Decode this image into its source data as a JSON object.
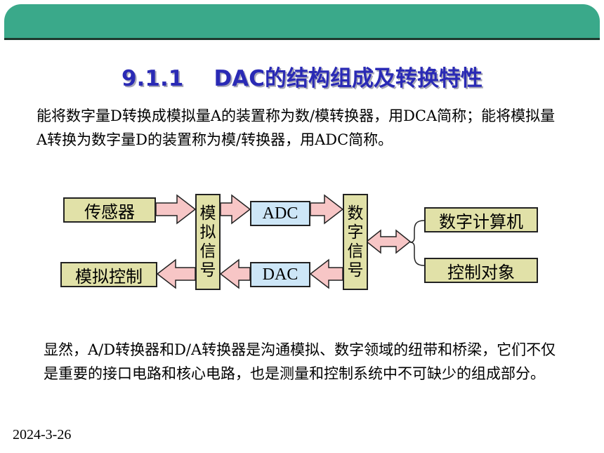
{
  "slide": {
    "title": "9.1.1    DAC的结构组成及转换特性",
    "intro": "能将数字量D转换成模拟量A的装置称为数/模转换器，用DCA简称；能将模拟量A转换为数字量D的装置称为模/转换器，用ADC简称。",
    "conclusion": "显然，A/D转换器和D/A转换器是沟通模拟、数字领域的纽带和桥梁，它们不仅是重要的接口电路和核心电路，也是测量和控制系统中不可缺少的组成部分。",
    "date": "2024-3-26"
  },
  "diagram": {
    "sensor": "传感器",
    "analog_control": "模拟控制",
    "analog_signal": [
      "模",
      "拟",
      "信",
      "号"
    ],
    "adc": "ADC",
    "dac": "DAC",
    "digital_signal": [
      "数",
      "字",
      "信",
      "号"
    ],
    "computer": "数字计算机",
    "control_target": "控制对象",
    "colors": {
      "box_fill": "#e1e1a8",
      "converter_fill": "#cde6f7",
      "arrow_fill": "#f7c6c6",
      "header": "#3aa98a",
      "title": "#2a2ab5"
    }
  }
}
